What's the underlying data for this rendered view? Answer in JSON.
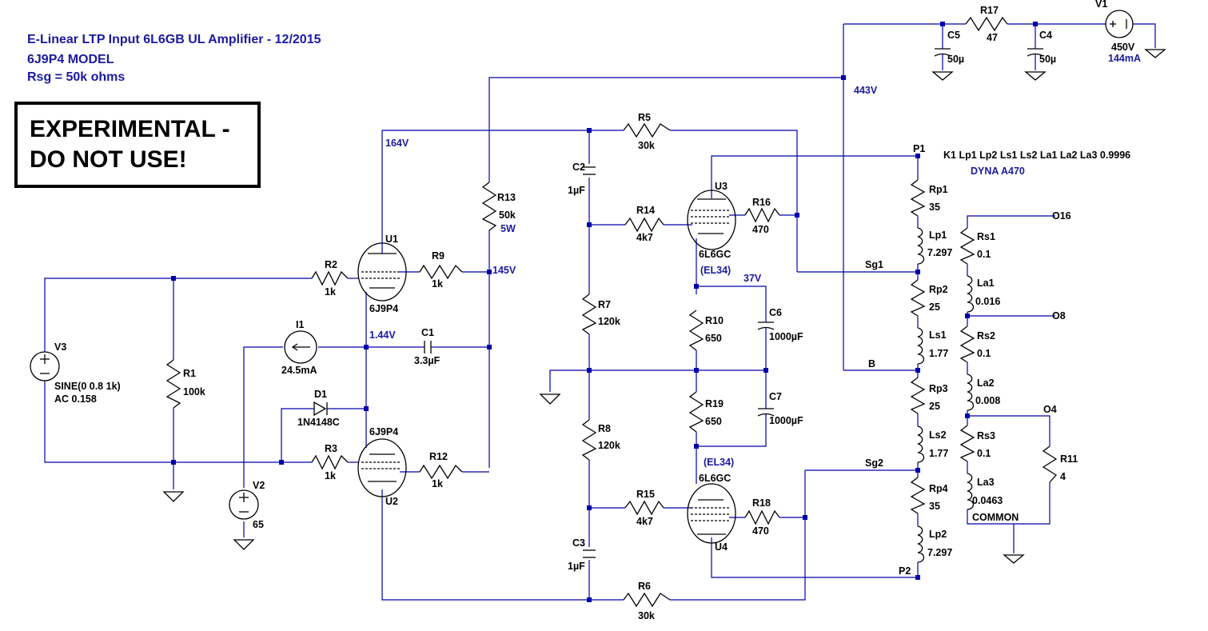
{
  "title": {
    "line1": "E-Linear LTP Input 6L6GB UL Amplifier - 12/2015",
    "line2": "6J9P4 MODEL",
    "line3": "Rsg = 50k ohms"
  },
  "warning": {
    "line1": "EXPERIMENTAL -",
    "line2": "DO NOT USE!"
  },
  "spice_directive": "K1 Lp1 Lp2 Ls1 Ls2 La1 La2 La3 0.9996",
  "transformer_name": "DYNA A470",
  "node_voltages": {
    "b443": "443V",
    "b164": "164V",
    "b145": "145V",
    "k144": "1.44V",
    "k37": "37V"
  },
  "power": {
    "v1_name": "V1",
    "v1_value": "450V",
    "v1_current": "144mA"
  },
  "net_labels": {
    "p1": "P1",
    "p2": "P2",
    "sg1": "Sg1",
    "sg2": "Sg2",
    "b": "B",
    "o16": "O16",
    "o8": "O8",
    "o4": "O4",
    "common": "COMMON"
  },
  "components": {
    "r1": {
      "name": "R1",
      "value": "100k"
    },
    "r2": {
      "name": "R2",
      "value": "1k"
    },
    "r3": {
      "name": "R3",
      "value": "1k"
    },
    "r5": {
      "name": "R5",
      "value": "30k"
    },
    "r6": {
      "name": "R6",
      "value": "30k"
    },
    "r7": {
      "name": "R7",
      "value": "120k"
    },
    "r8": {
      "name": "R8",
      "value": "120k"
    },
    "r9": {
      "name": "R9",
      "value": "1k"
    },
    "r10": {
      "name": "R10",
      "value": "650"
    },
    "r11": {
      "name": "R11",
      "value": "4"
    },
    "r12": {
      "name": "R12",
      "value": "1k"
    },
    "r13": {
      "name": "R13",
      "value": "50k",
      "power": "5W"
    },
    "r14": {
      "name": "R14",
      "value": "4k7"
    },
    "r15": {
      "name": "R15",
      "value": "4k7"
    },
    "r16": {
      "name": "R16",
      "value": "470"
    },
    "r17": {
      "name": "R17",
      "value": "47"
    },
    "r18": {
      "name": "R18",
      "value": "470"
    },
    "r19": {
      "name": "R19",
      "value": "650"
    },
    "c1": {
      "name": "C1",
      "value": "3.3µF"
    },
    "c2": {
      "name": "C2",
      "value": "1µF"
    },
    "c3": {
      "name": "C3",
      "value": "1µF"
    },
    "c4": {
      "name": "C4",
      "value": "50µ"
    },
    "c5": {
      "name": "C5",
      "value": "50µ"
    },
    "c6": {
      "name": "C6",
      "value": "1000µF"
    },
    "c7": {
      "name": "C7",
      "value": "1000µF"
    },
    "d1": {
      "name": "D1",
      "value": "1N4148C"
    },
    "i1": {
      "name": "I1",
      "value": "24.5mA"
    },
    "v2": {
      "name": "V2",
      "value": "65"
    },
    "v3": {
      "name": "V3",
      "value1": "SINE(0 0.8 1k)",
      "value2": "AC 0.158"
    },
    "u1": {
      "name": "U1",
      "value": "6J9P4"
    },
    "u2": {
      "name": "U2",
      "value": "6J9P4"
    },
    "u3": {
      "name": "U3",
      "value": "6L6GC",
      "alt": "(EL34)"
    },
    "u4": {
      "name": "U4",
      "value": "6L6GC",
      "alt": "(EL34)"
    },
    "rp1": {
      "name": "Rp1",
      "value": "35"
    },
    "rp2": {
      "name": "Rp2",
      "value": "25"
    },
    "rp3": {
      "name": "Rp3",
      "value": "25"
    },
    "rp4": {
      "name": "Rp4",
      "value": "35"
    },
    "lp1": {
      "name": "Lp1",
      "value": "7.297"
    },
    "lp2": {
      "name": "Lp2",
      "value": "7.297"
    },
    "ls1": {
      "name": "Ls1",
      "value": "1.77"
    },
    "ls2": {
      "name": "Ls2",
      "value": "1.77"
    },
    "rs1": {
      "name": "Rs1",
      "value": "0.1"
    },
    "rs2": {
      "name": "Rs2",
      "value": "0.1"
    },
    "rs3": {
      "name": "Rs3",
      "value": "0.1"
    },
    "la1": {
      "name": "La1",
      "value": "0.016"
    },
    "la2": {
      "name": "La2",
      "value": "0.008"
    },
    "la3": {
      "name": "La3",
      "value": "0.0463"
    }
  }
}
